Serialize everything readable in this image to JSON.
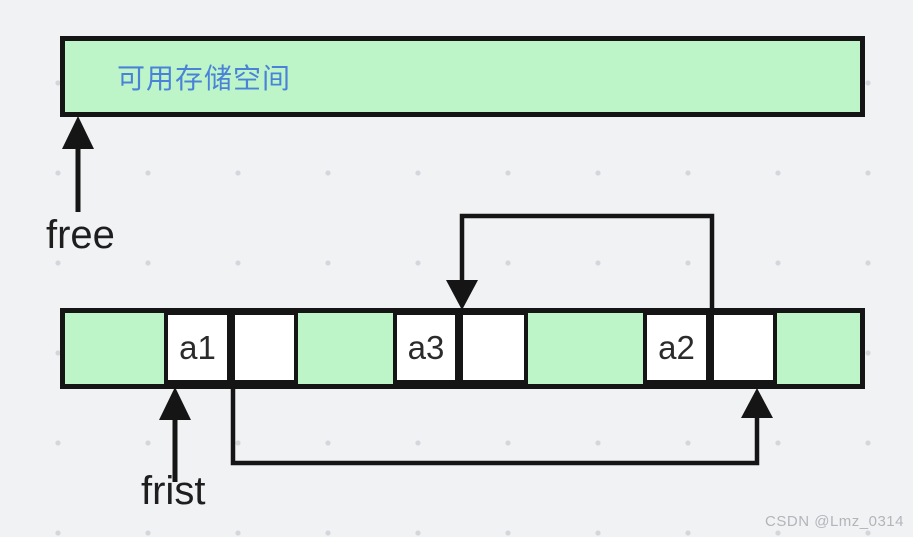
{
  "diagram": {
    "free_space_label": "可用存储空间",
    "free_pointer_label": "free",
    "first_pointer_label": "frist",
    "nodes": [
      {
        "data": "a1"
      },
      {
        "data": "a3"
      },
      {
        "data": "a2"
      }
    ],
    "links": [
      "free -> 可用存储空间 bar",
      "frist -> a1 cell",
      "a1 pointer -> a2 cell (bottom route)",
      "a2 pointer -> a3 cell (top route)"
    ],
    "watermark": "CSDN @Lmz_0314",
    "colors": {
      "background": "#f1f2f4",
      "dot_grid": "#d3d6db",
      "block_green": "#bdf5c9",
      "outline_black": "#151515",
      "title_text_blue": "#4a82d9",
      "watermark_gray": "#b2b5ba"
    }
  }
}
